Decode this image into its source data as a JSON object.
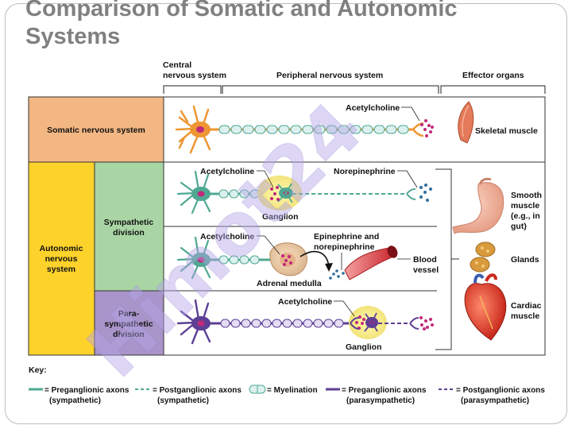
{
  "title_line1": "Comparison of Somatic and Autonomic",
  "title_line2": "Systems",
  "header": {
    "cns": [
      "Central",
      "nervous system"
    ],
    "pns": "Peripheral nervous system",
    "effectors": "Effector organs"
  },
  "rows": {
    "somatic": "Somatic nervous system",
    "autonomic": [
      "Autonomic",
      "nervous",
      "system"
    ],
    "sympathetic": [
      "Sympathetic",
      "division"
    ],
    "parasympathetic": [
      "Para-",
      "sympathetic",
      "division"
    ]
  },
  "labels": {
    "ach_somatic": "Acetylcholine",
    "skeletal_muscle": "Skeletal muscle",
    "ach_symp1": "Acetylcholine",
    "norepinephrine": "Norepinephrine",
    "ganglion_symp": "Ganglion",
    "ach_symp2": "Acetylcholine",
    "epi_norepi": [
      "Epinephrine and",
      "norepinephrine"
    ],
    "blood_vessel": [
      "Blood",
      "vessel"
    ],
    "adrenal_medulla": "Adrenal medulla",
    "ach_para": "Acetylcholine",
    "ganglion_para": "Ganglion",
    "smooth_muscle": [
      "Smooth",
      "muscle",
      "(e.g., in",
      "gut)"
    ],
    "glands": "Glands",
    "cardiac_muscle": [
      "Cardiac",
      "muscle"
    ]
  },
  "key": {
    "title": "Key:",
    "items": [
      {
        "line1": "= Preganglionic axons",
        "line2": "(sympathetic)"
      },
      {
        "line1": "= Postganglionic axons",
        "line2": "(sympathetic)"
      },
      {
        "line1": "= Myelination",
        "line2": ""
      },
      {
        "line1": "= Preganglionic axons",
        "line2": "(parasympathetic)"
      },
      {
        "line1": "= Postganglionic axons",
        "line2": "(parasympathetic)"
      }
    ]
  },
  "watermark": "Himot24",
  "colors": {
    "somatic_bg": "#f3b783",
    "autonomic_bg": "#fdd22b",
    "sympathetic_bg": "#a9d5a4",
    "parasympathetic_bg": "#a995c9",
    "somatic_neuron": "#ee9633",
    "sympathetic_axon": "#4fa892",
    "parasympathetic_axon": "#5d3f95",
    "watermark": "#b3a4e6"
  }
}
